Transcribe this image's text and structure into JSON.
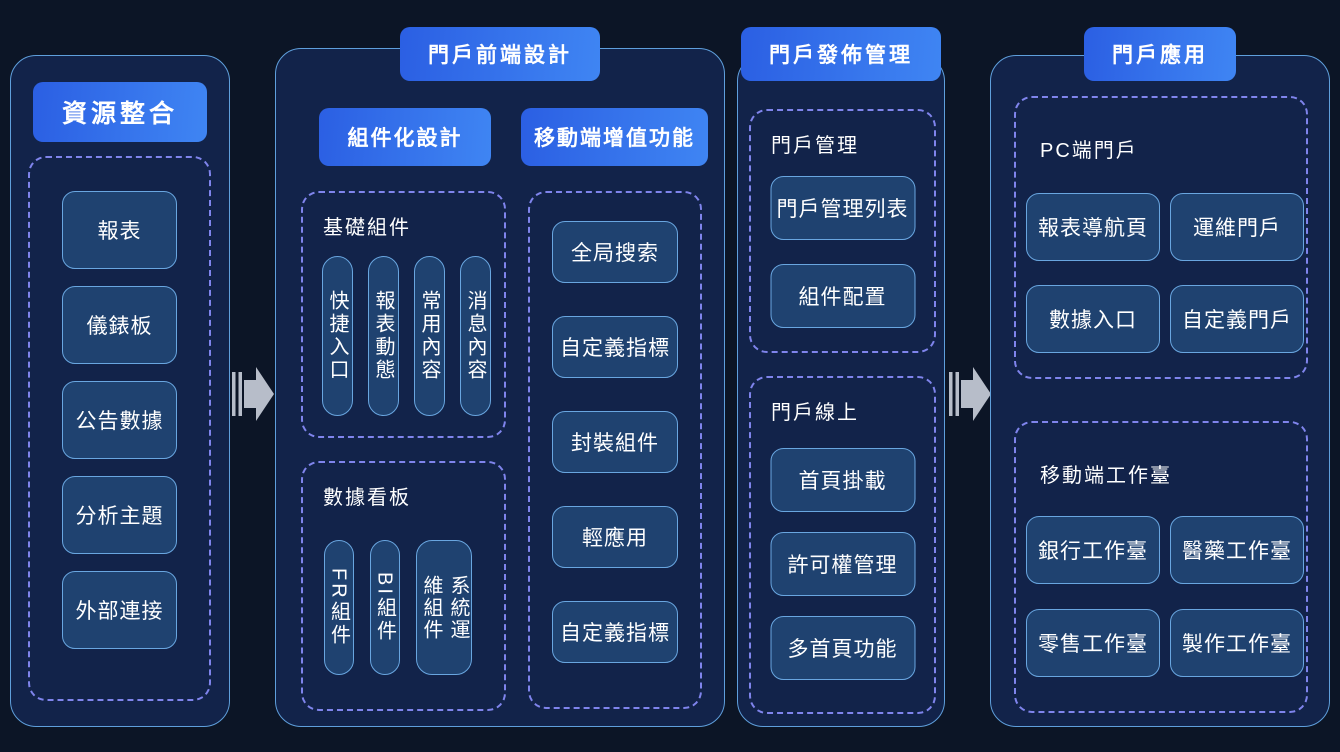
{
  "diagram": {
    "col1": {
      "header": "資源整合",
      "items": [
        "報表",
        "儀錶板",
        "公告數據",
        "分析主題",
        "外部連接"
      ]
    },
    "col2": {
      "tab": "門戶前端設計",
      "left": {
        "header": "組件化設計",
        "basic": {
          "label": "基礎組件",
          "pills": [
            "快捷入口",
            "報表動態",
            "常用內容",
            "消息內容"
          ]
        },
        "board": {
          "label": "數據看板",
          "pills": [
            "FR組件",
            "BI組件"
          ],
          "wide_pill": "系統運\n維組件"
        }
      },
      "right": {
        "header": "移動端增值功能",
        "items": [
          "全局搜索",
          "自定義指標",
          "封裝組件",
          "輕應用",
          "自定義指標"
        ]
      }
    },
    "col3": {
      "tab": "門戶發佈管理",
      "manage": {
        "label": "門戶管理",
        "items": [
          "門戶管理列表",
          "組件配置"
        ]
      },
      "online": {
        "label": "門戶線上",
        "items": [
          "首頁掛載",
          "許可權管理",
          "多首頁功能"
        ]
      }
    },
    "col4": {
      "tab": "門戶應用",
      "pc": {
        "label": "PC端門戶",
        "items": [
          "報表導航頁",
          "運維門戶",
          "數據入口",
          "自定義門戶"
        ]
      },
      "mobile": {
        "label": "移動端工作臺",
        "items": [
          "銀行工作臺",
          "醫藥工作臺",
          "零售工作臺",
          "製作工作臺"
        ]
      }
    },
    "colors": {
      "background": "#0c1526",
      "panel_fill": "#12234a",
      "panel_border": "#5f9fdc",
      "dashed_border": "#7f84ec",
      "box_fill": "#1f4270",
      "box_border": "#69a6e0",
      "accent_gradient_start": "#2b5fe3",
      "accent_gradient_end": "#3f85f3",
      "arrow": "#b7bdc9",
      "text": "#ffffff"
    }
  }
}
